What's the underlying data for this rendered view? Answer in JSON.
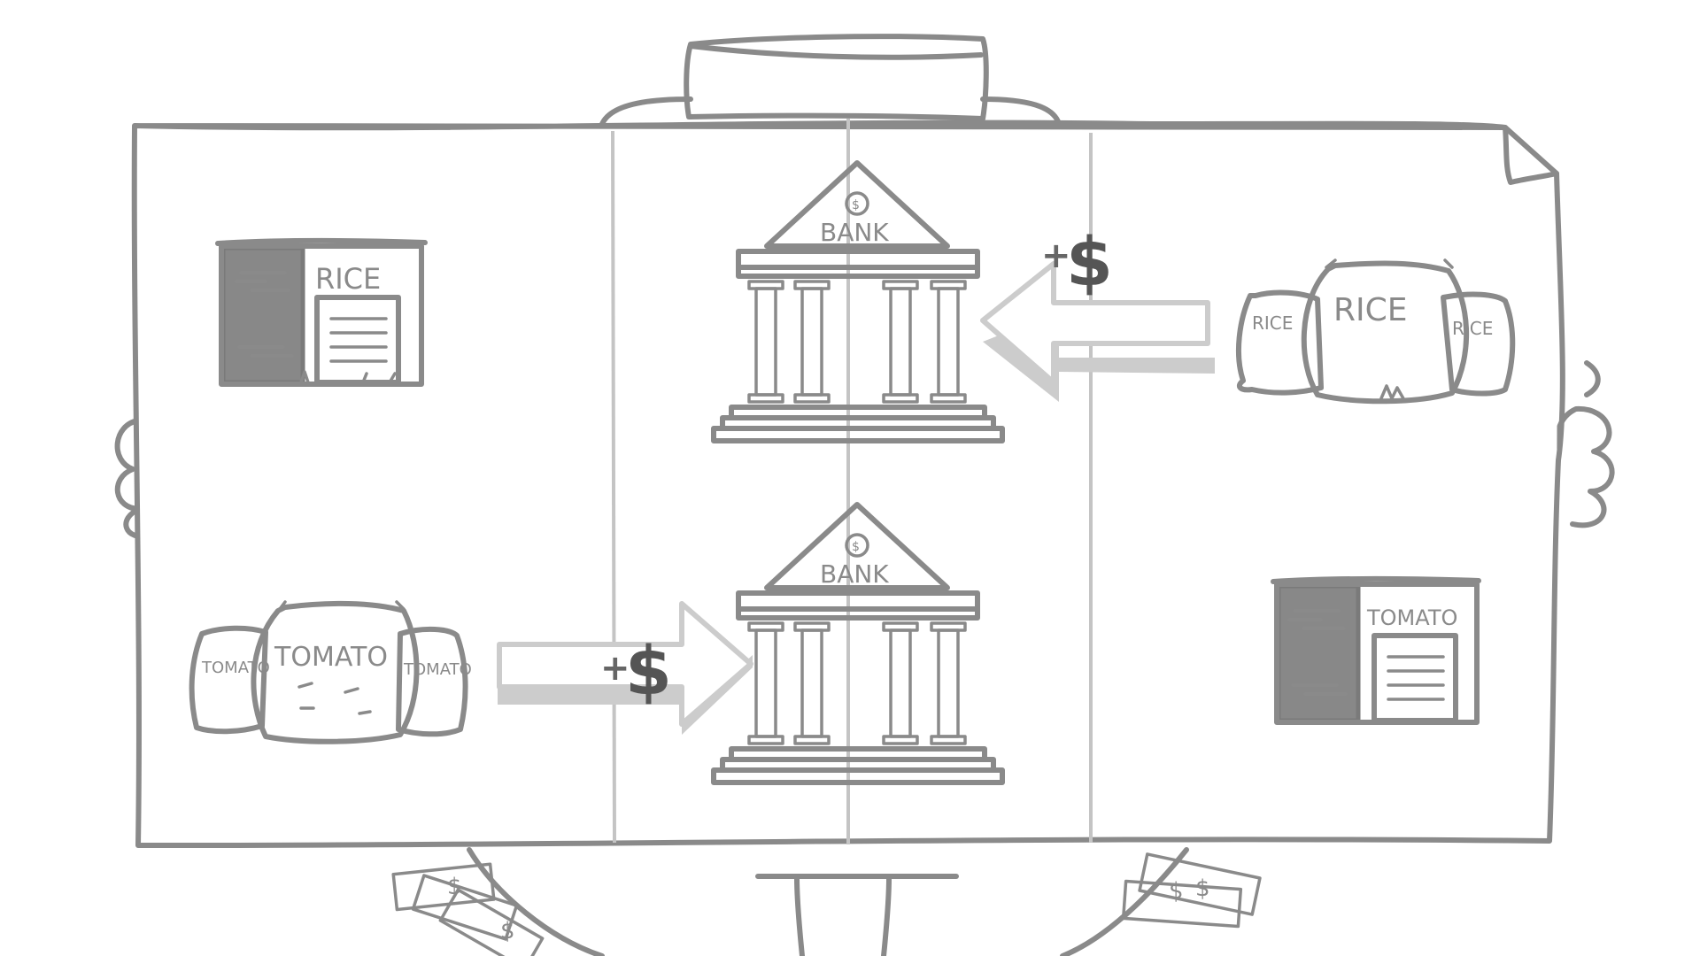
{
  "labels": {
    "bank_top": "BANK",
    "bank_bottom": "BANK",
    "store_left": "RICE",
    "store_right": "TOMATO",
    "sack_rice_main": "RICE",
    "sack_rice_left": "RICE",
    "sack_rice_right": "RICE",
    "sack_tomato_main": "TOMATO",
    "sack_tomato_left": "TOMATO",
    "sack_tomato_right": "TOMATO",
    "coin_symbol": "$",
    "plus_sign": "+",
    "dollar_sign": "$"
  },
  "colors": {
    "ink": "#8a8a8a",
    "dark_wall": "#888888",
    "arrow_fill": "#cccccc",
    "dollar": "#555555"
  }
}
